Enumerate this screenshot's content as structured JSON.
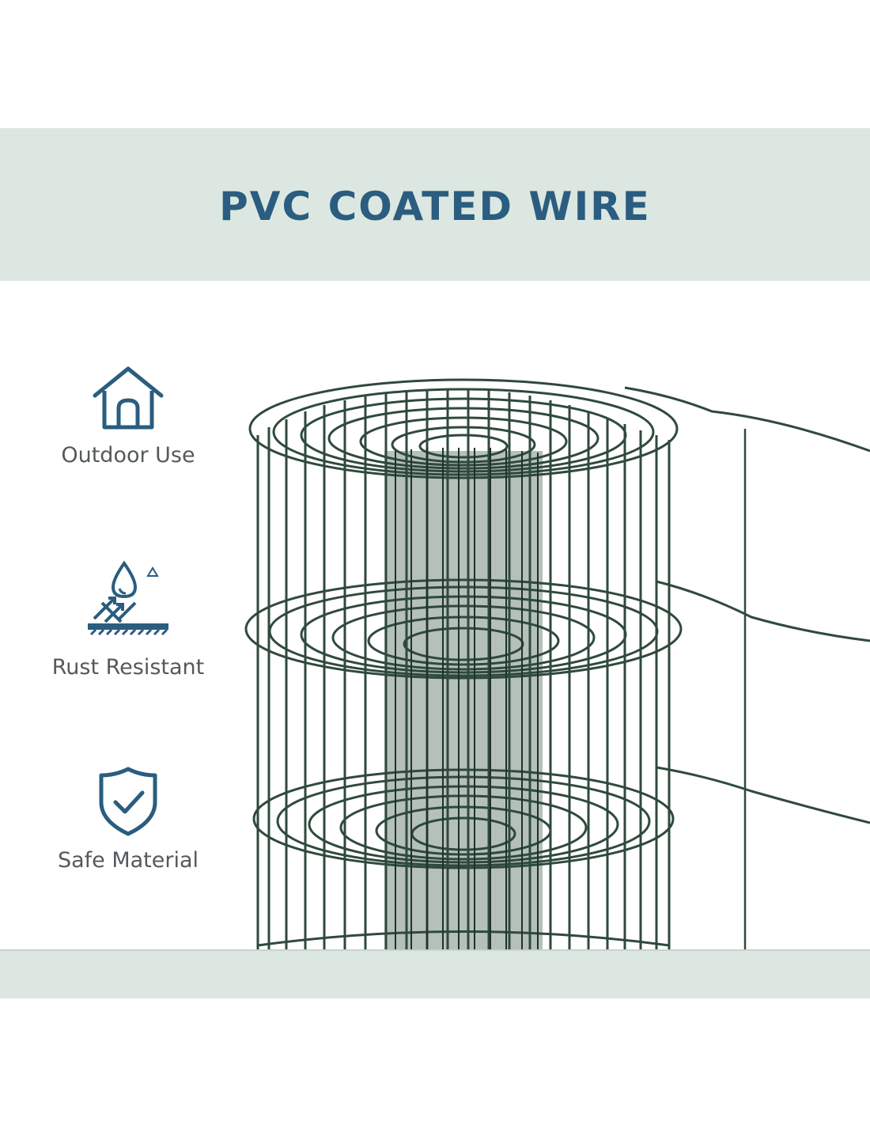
{
  "banner": {
    "title": "PVC COATED WIRE"
  },
  "features": [
    {
      "icon": "house-icon",
      "label": "Outdoor Use"
    },
    {
      "icon": "rust-resistant-icon",
      "label": "Rust Resistant"
    },
    {
      "icon": "shield-check-icon",
      "label": "Safe Material"
    }
  ],
  "colors": {
    "banner_bg": "#dbe7e0",
    "title_text": "#2a5d7f",
    "icon_stroke": "#2a5d7f",
    "label_text": "#55595c",
    "wire": "#2f4a3c"
  }
}
